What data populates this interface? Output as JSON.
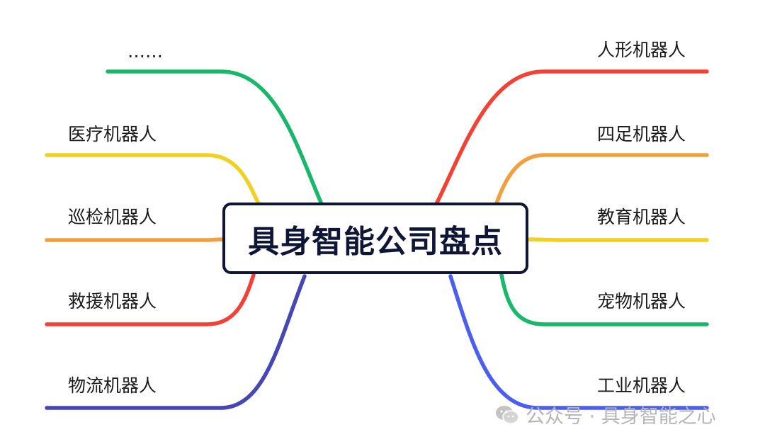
{
  "center": {
    "title": "具身智能公司盘点"
  },
  "left_branches": [
    {
      "label": "……",
      "color": "#18b86a"
    },
    {
      "label": "医疗机器人",
      "color": "#f0d020"
    },
    {
      "label": "巡检机器人",
      "color": "#f0a040"
    },
    {
      "label": "救援机器人",
      "color": "#f24236"
    },
    {
      "label": "物流机器人",
      "color": "#4646b5"
    }
  ],
  "right_branches": [
    {
      "label": "人形机器人",
      "color": "#f24236"
    },
    {
      "label": "四足机器人",
      "color": "#f0a040"
    },
    {
      "label": "教育机器人",
      "color": "#f0d020"
    },
    {
      "label": "宠物机器人",
      "color": "#18b86a"
    },
    {
      "label": "工业机器人",
      "color": "#4a5ef0"
    }
  ],
  "watermark": {
    "text": "公众号 · 具身智能之心",
    "icon": "wechat-icon"
  }
}
